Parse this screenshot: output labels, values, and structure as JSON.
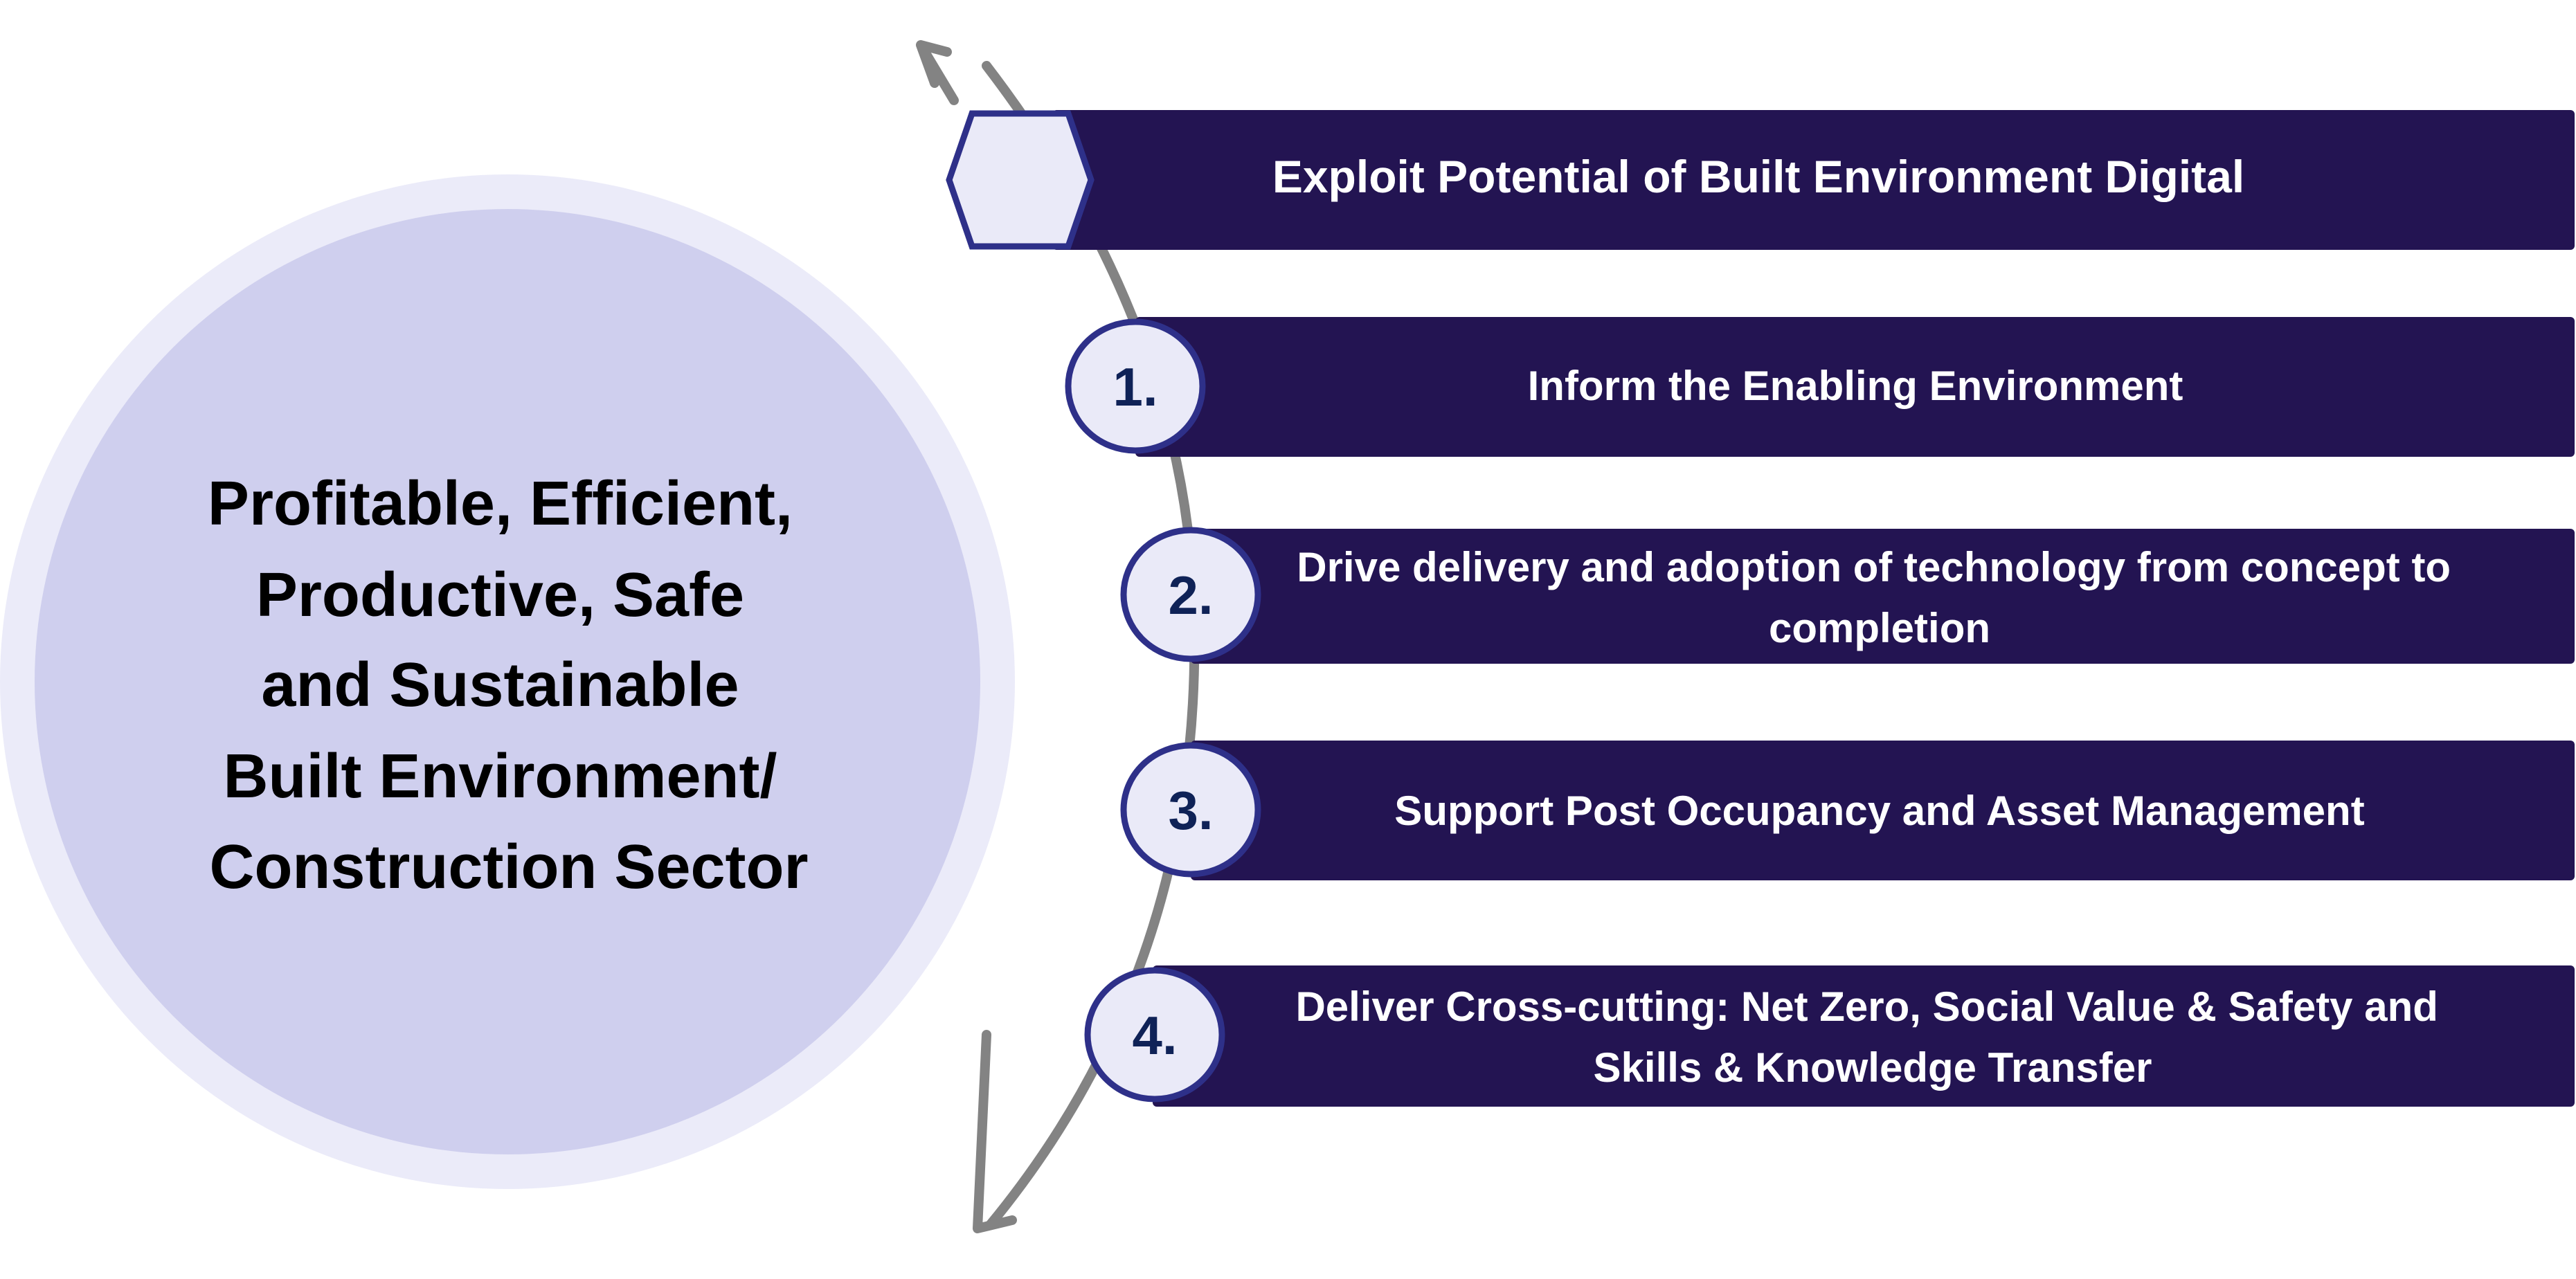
{
  "colors": {
    "bar": "#231452",
    "badge_fill": "#eaeaf8",
    "badge_stroke": "#2e3089",
    "number": "#0f2257",
    "arrow": "#838383",
    "outer_circle": "#ebebf9",
    "inner_circle": "#cfcfee"
  },
  "center": {
    "lines": [
      "Profitable, Efficient,",
      "Productive, Safe",
      "and Sustainable",
      "Built Environment/",
      "Construction Sector"
    ]
  },
  "header_item": {
    "label": "Exploit Potential of Built Environment Digital"
  },
  "items": [
    {
      "number": "1.",
      "lines": [
        "Inform the Enabling Environment"
      ]
    },
    {
      "number": "2.",
      "lines": [
        "Drive delivery and adoption of technology from concept to",
        "completion"
      ]
    },
    {
      "number": "3.",
      "lines": [
        "Support Post Occupancy and Asset Management"
      ]
    },
    {
      "number": "4.",
      "lines": [
        "Deliver Cross-cutting: Net Zero, Social Value & Safety and",
        "Skills & Knowledge Transfer"
      ]
    }
  ]
}
